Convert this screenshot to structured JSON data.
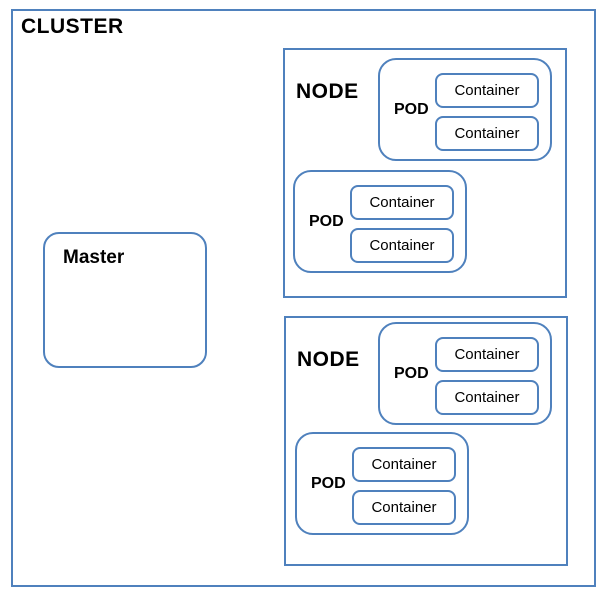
{
  "colors": {
    "border_blue": "#4f81bd",
    "text_black": "#000000",
    "background": "#ffffff"
  },
  "cluster": {
    "label": "CLUSTER"
  },
  "master": {
    "label": "Master"
  },
  "nodes": [
    {
      "label": "NODE",
      "pods": [
        {
          "label": "POD",
          "containers": [
            {
              "label": "Container"
            },
            {
              "label": "Container"
            }
          ]
        },
        {
          "label": "POD",
          "containers": [
            {
              "label": "Container"
            },
            {
              "label": "Container"
            }
          ]
        }
      ]
    },
    {
      "label": "NODE",
      "pods": [
        {
          "label": "POD",
          "containers": [
            {
              "label": "Container"
            },
            {
              "label": "Container"
            }
          ]
        },
        {
          "label": "POD",
          "containers": [
            {
              "label": "Container"
            },
            {
              "label": "Container"
            }
          ]
        }
      ]
    }
  ]
}
